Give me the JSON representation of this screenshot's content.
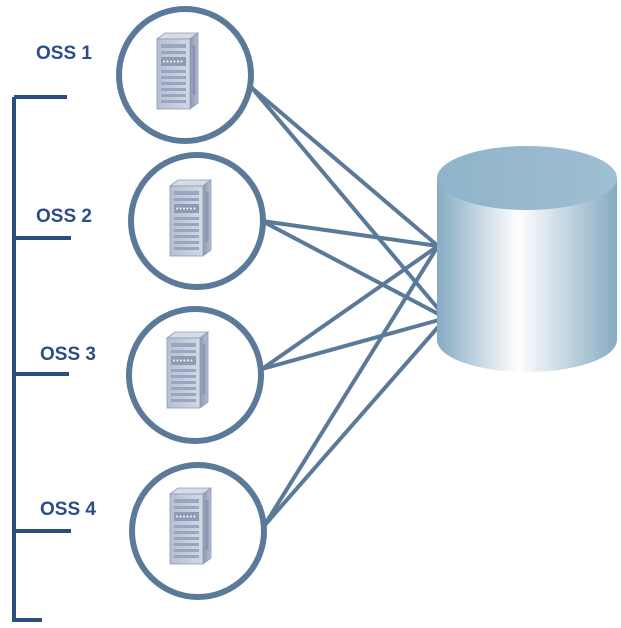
{
  "colors": {
    "stroke": "#5b7a99",
    "bracket": "#2a4e80",
    "label": "#2b4d8a",
    "server_body": "#a7b1c8",
    "server_face": "#c3cbdc",
    "cylinder_top": "#8fb3c9",
    "cylinder_side_light": "#ffffff",
    "cylinder_side_dark": "#86abc2"
  },
  "servers": [
    {
      "label": "OSS 1",
      "icon": "server-icon"
    },
    {
      "label": "OSS 2",
      "icon": "server-icon"
    },
    {
      "label": "OSS 3",
      "icon": "server-icon"
    },
    {
      "label": "OSS 4",
      "icon": "server-icon"
    }
  ],
  "storage": {
    "icon": "storage-cylinder-icon"
  }
}
